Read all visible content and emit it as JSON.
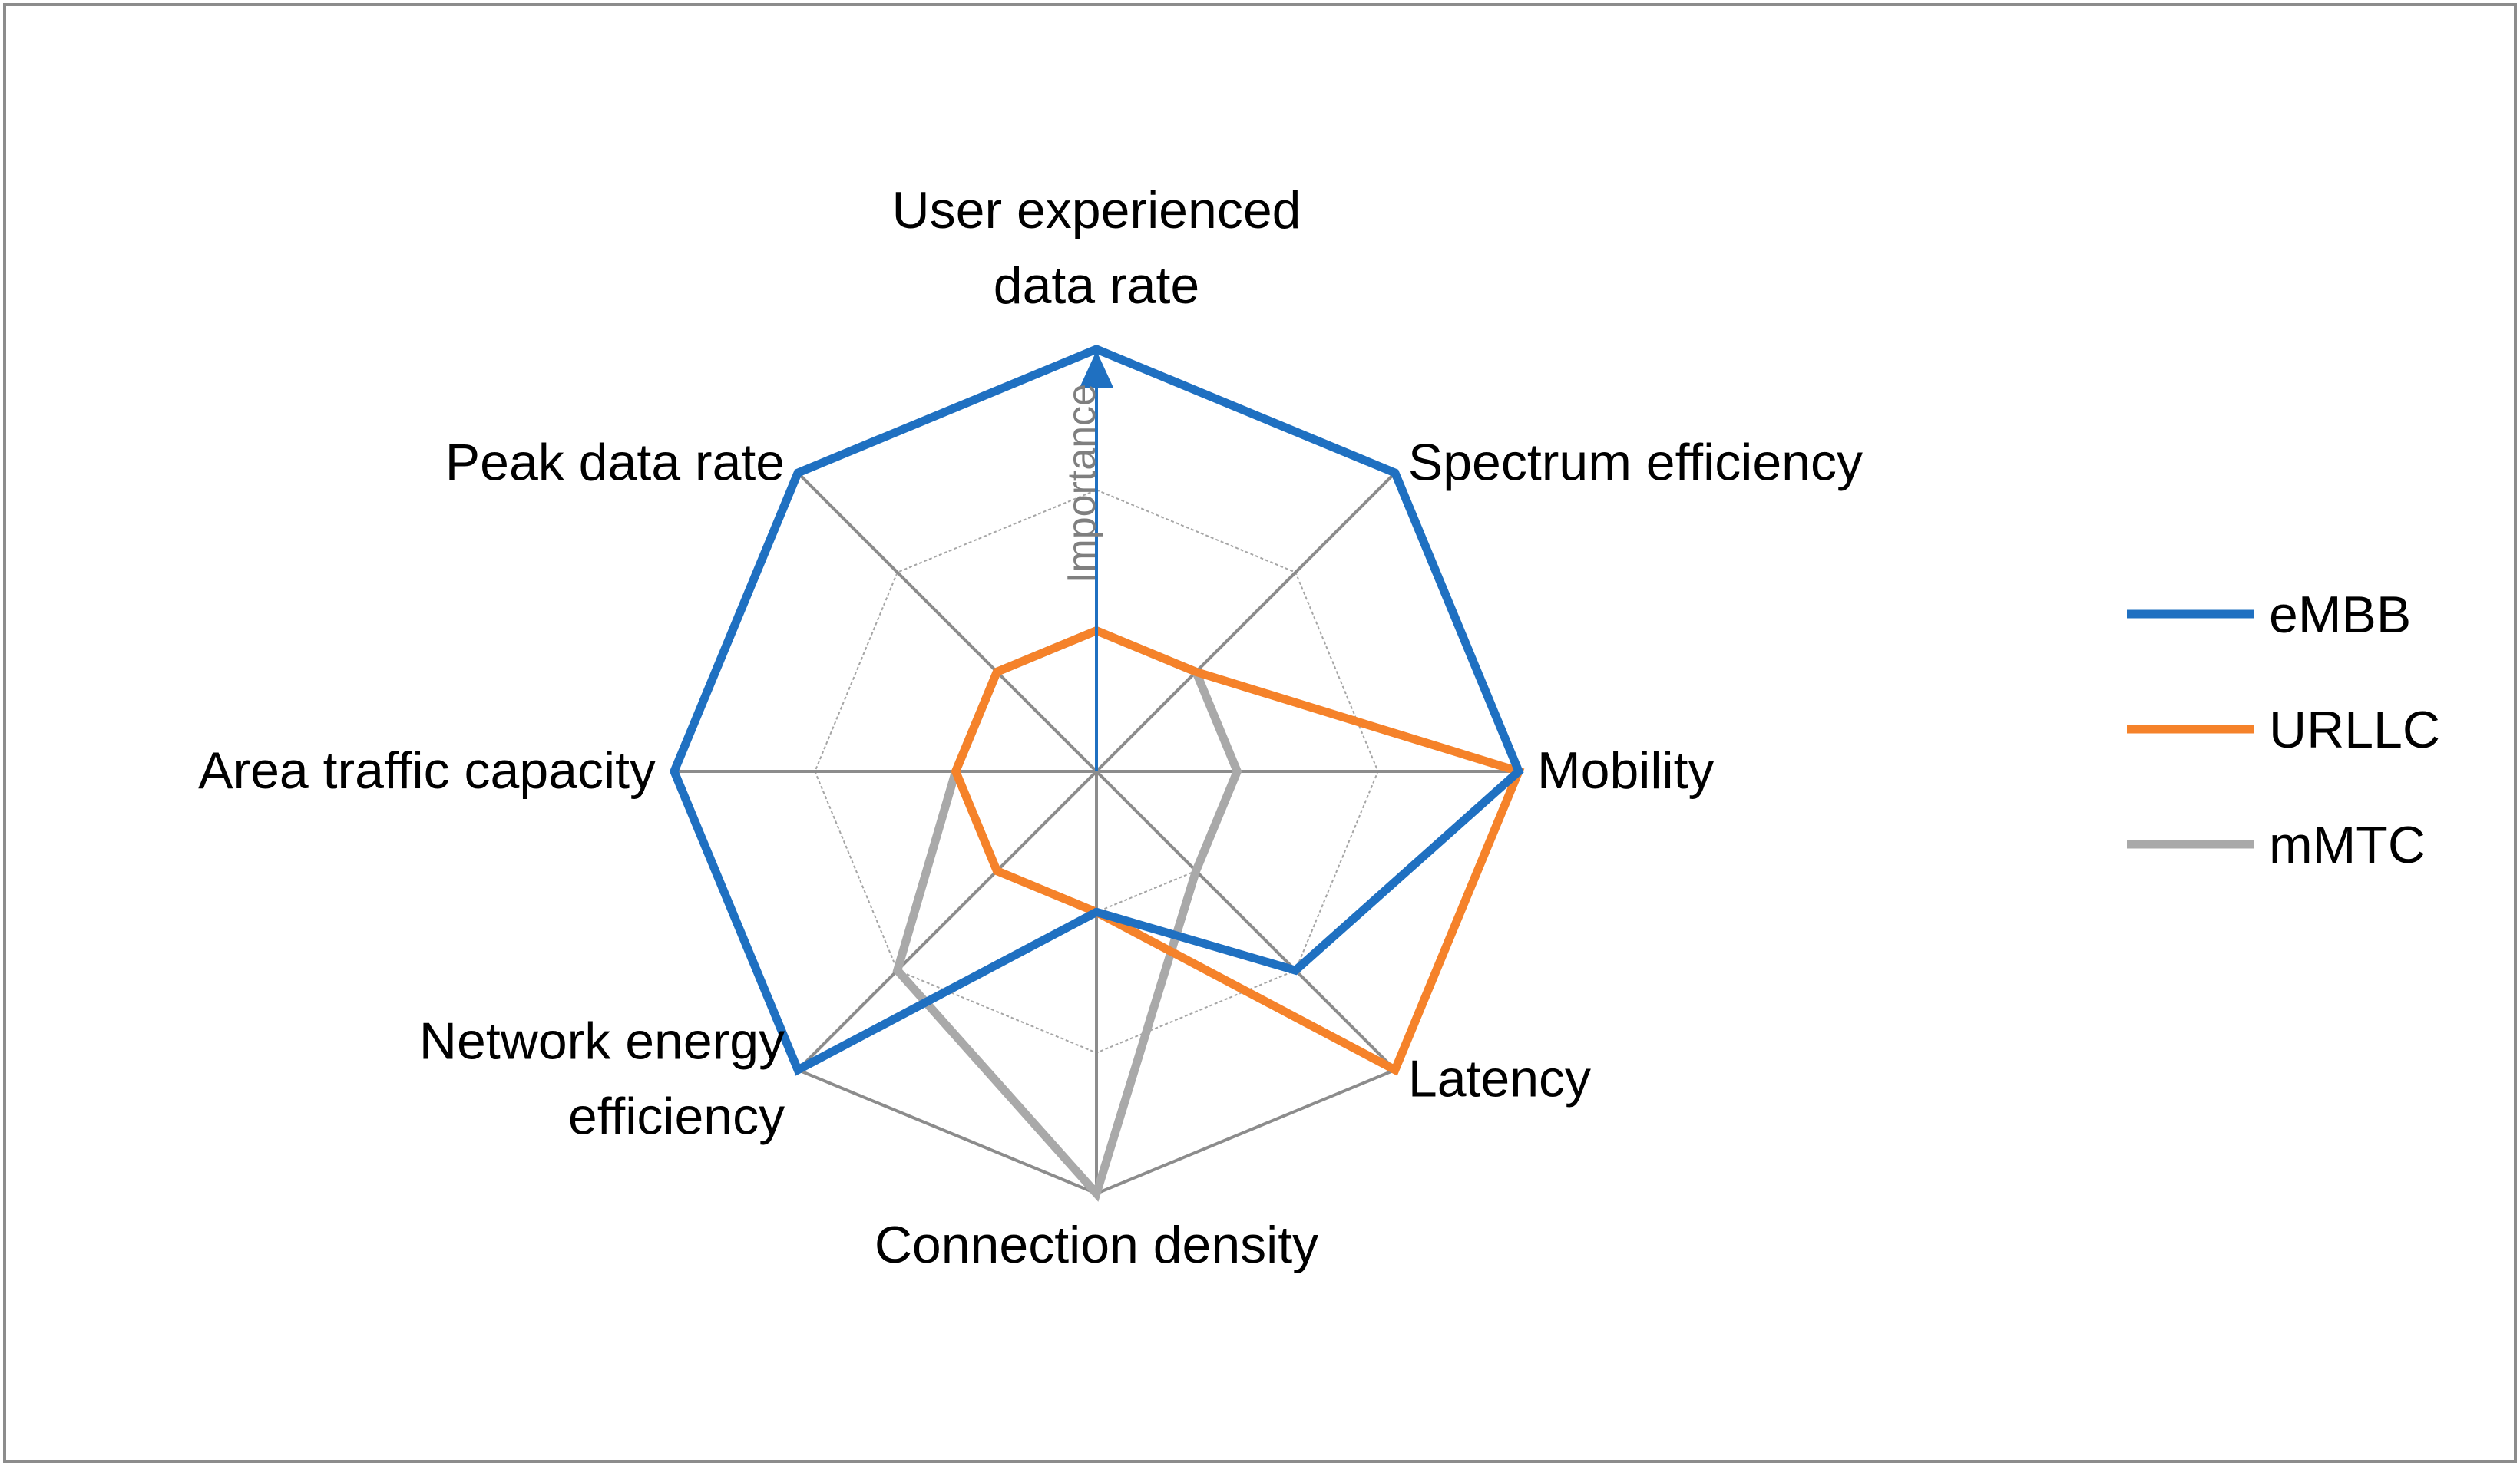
{
  "chart_data": {
    "type": "radar",
    "axis_title": "Importance",
    "categories": [
      [
        "User experienced",
        "data rate"
      ],
      [
        "Spectrum efficiency"
      ],
      [
        "Mobility"
      ],
      [
        "Latency"
      ],
      [
        "Connection density"
      ],
      [
        "Network energy",
        "efficiency"
      ],
      [
        "Area traffic capacity"
      ],
      [
        "Peak data rate"
      ]
    ],
    "rlim": [
      0,
      3
    ],
    "grid_levels": [
      1,
      2,
      3
    ],
    "series": [
      {
        "name": "eMBB",
        "color": "#1f70c1",
        "values": [
          3,
          3,
          3,
          2,
          1,
          3,
          3,
          3
        ]
      },
      {
        "name": "URLLC",
        "color": "#f5822a",
        "values": [
          1,
          1,
          3,
          3,
          1,
          1,
          1,
          1
        ]
      },
      {
        "name": "mMTC",
        "color": "#a9a9a9",
        "values": [
          1,
          1,
          1,
          1,
          3,
          2,
          1,
          1
        ]
      }
    ],
    "legend_position": "right",
    "grid": true
  }
}
